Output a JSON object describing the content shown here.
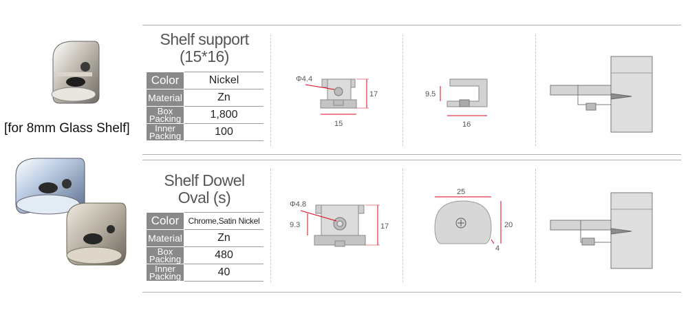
{
  "products": [
    {
      "title_line1": "Shelf support",
      "title_line2": "(15*16)",
      "caption": "[for 8mm Glass Shelf]",
      "specs": [
        {
          "key": "Color",
          "value": "Nickel"
        },
        {
          "key": "Material",
          "value": "Zn"
        },
        {
          "key": "Box Packing",
          "value": "1,800"
        },
        {
          "key": "Inner Packing",
          "value": "100"
        }
      ],
      "front_view": {
        "hole": "Φ4.4",
        "width": "15",
        "height": "17"
      },
      "side_view": {
        "gap": "9.5",
        "width": "16"
      }
    },
    {
      "title_line1": "Shelf Dowel",
      "title_line2": "Oval (s)",
      "specs": [
        {
          "key": "Color",
          "value": "Chrome,Satin Nickel"
        },
        {
          "key": "Material",
          "value": "Zn"
        },
        {
          "key": "Box Packing",
          "value": "480"
        },
        {
          "key": "Inner Packing",
          "value": "40"
        }
      ],
      "front_view": {
        "hole": "Φ4.8",
        "gap": "9.3",
        "height": "17"
      },
      "oval_view": {
        "width": "25",
        "height": "20",
        "foot": "4"
      }
    }
  ],
  "colors": {
    "header_cell": "#8a8a8a",
    "dimension": "#e0001b",
    "part": "#c9c9c9",
    "part_dark": "#9c9c9c"
  }
}
